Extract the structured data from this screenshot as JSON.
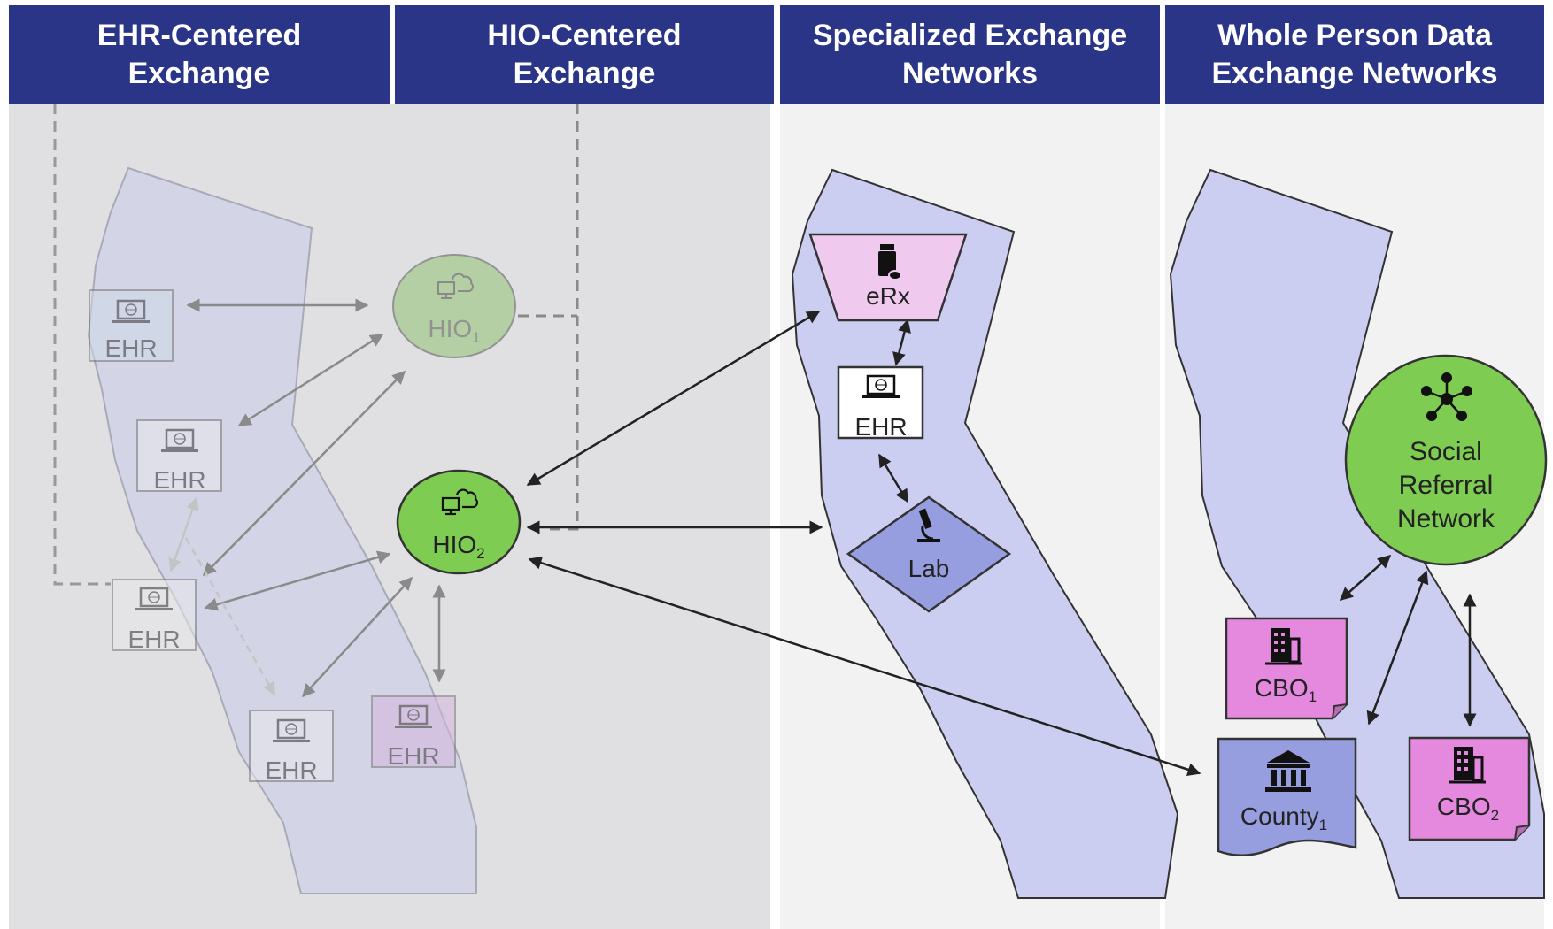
{
  "headers": [
    {
      "line1": "EHR-Centered",
      "line2": "Exchange"
    },
    {
      "line1": "HIO-Centered",
      "line2": "Exchange"
    },
    {
      "line1": "Specialized Exchange",
      "line2": "Networks"
    },
    {
      "line1": "Whole Person Data",
      "line2": "Exchange Networks"
    }
  ],
  "hio_exchange": {
    "ehr_label": "EHR",
    "hio_label": "HIO",
    "hio1_sub": "1",
    "hio2_sub": "2"
  },
  "specialized": {
    "erx_label": "eRx",
    "ehr_label": "EHR",
    "lab_label": "Lab"
  },
  "whole_person": {
    "social_line1": "Social",
    "social_line2": "Referral",
    "social_line3": "Network",
    "cbo_label": "CBO",
    "cbo1_sub": "1",
    "cbo2_sub": "2",
    "county_label": "County",
    "county_sub": "1"
  },
  "colors": {
    "header_bg": "#2b3588",
    "panel_left_bg": "#e0e0e2",
    "panel_right_bg": "#f2f2f2",
    "state_fill": "#cbcef0",
    "hio_active": "#7fcc52",
    "erx_fill": "#f0c9ef",
    "lab_fill": "#969ee0",
    "cbo_fill": "#e489de",
    "county_fill": "#969ee0",
    "social_fill": "#7fcc52"
  },
  "icons": [
    "laptop-globe-icon",
    "cloud-computer-icon",
    "pill-bottle-icon",
    "microscope-icon",
    "network-people-icon",
    "office-building-icon",
    "government-building-icon"
  ]
}
